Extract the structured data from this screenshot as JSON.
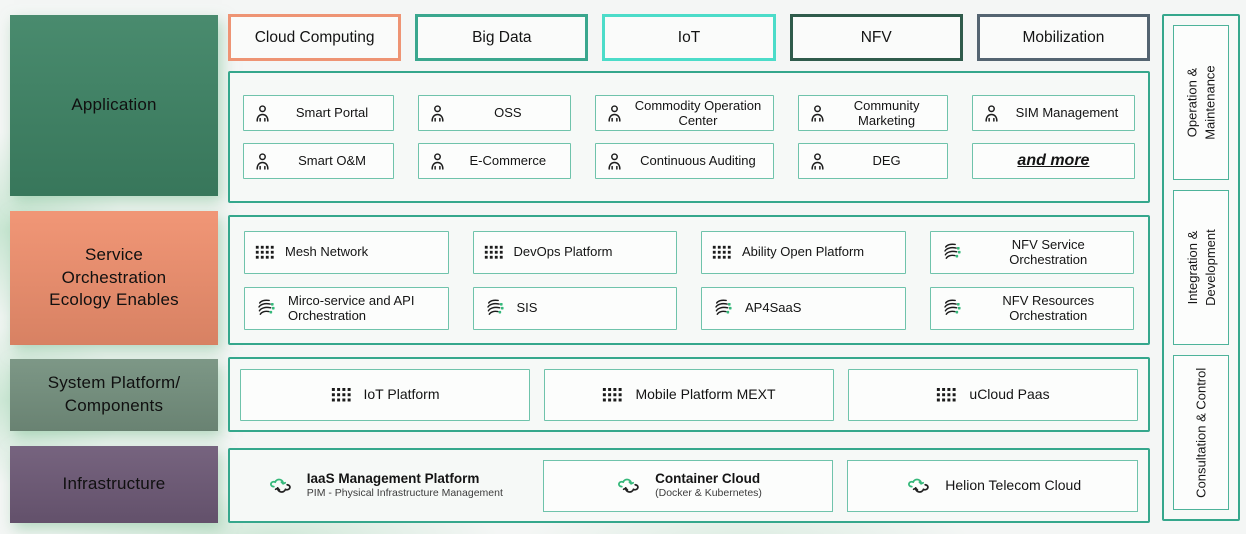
{
  "colors": {
    "page_background": "#f4f6f5",
    "container_border": "#35a78c",
    "item_border": "#6fc3ab",
    "icon_accent_green": "#35b87a"
  },
  "tabs": [
    {
      "label": "Cloud Computing",
      "border_color": "#ee9474"
    },
    {
      "label": "Big Data",
      "border_color": "#3aa78e"
    },
    {
      "label": "IoT",
      "border_color": "#4cdcc9"
    },
    {
      "label": "NFV",
      "border_color": "#2f5b4b"
    },
    {
      "label": "Mobilization",
      "border_color": "#546471"
    }
  ],
  "layers": {
    "application": {
      "label": "Application",
      "color": "#3e8465",
      "rows": [
        [
          {
            "icon": "person",
            "label": "Smart Portal"
          },
          {
            "icon": "person",
            "label": "OSS"
          },
          {
            "icon": "person",
            "label": "Commodity Operation Center"
          },
          {
            "icon": "person",
            "label": "Community Marketing"
          },
          {
            "icon": "person",
            "label": "SIM Management"
          }
        ],
        [
          {
            "icon": "person",
            "label": "Smart O&M"
          },
          {
            "icon": "person",
            "label": "E-Commerce"
          },
          {
            "icon": "person",
            "label": "Continuous Auditing"
          },
          {
            "icon": "person",
            "label": "DEG"
          },
          {
            "icon": null,
            "label": "and more"
          }
        ]
      ]
    },
    "service": {
      "label_lines": [
        "Service",
        "Orchestration",
        "Ecology Enables"
      ],
      "color": "#f0906e",
      "rows": [
        [
          {
            "icon": "grid",
            "label": "Mesh Network"
          },
          {
            "icon": "grid",
            "label": "DevOps Platform"
          },
          {
            "icon": "grid",
            "label": "Ability Open Platform"
          },
          {
            "icon": "orchestration",
            "label": "NFV Service Orchestration"
          }
        ],
        [
          {
            "icon": "orchestration",
            "label": "Mirco-service and API Orchestration"
          },
          {
            "icon": "orchestration",
            "label": "SIS"
          },
          {
            "icon": "orchestration",
            "label": "AP4SaaS"
          },
          {
            "icon": "orchestration",
            "label": "NFV Resources Orchestration"
          }
        ]
      ]
    },
    "system": {
      "label_lines": [
        "System Platform/",
        "Components"
      ],
      "color": "#75917f",
      "items": [
        {
          "icon": "grid",
          "label": "IoT Platform"
        },
        {
          "icon": "grid",
          "label": "Mobile Platform MEXT"
        },
        {
          "icon": "grid",
          "label": "uCloud Paas"
        }
      ]
    },
    "infrastructure": {
      "label": "Infrastructure",
      "color": "#6e5a77",
      "items": [
        {
          "icon": "cloud-sync",
          "title": "IaaS Management Platform",
          "subtitle": "PIM - Physical Infrastructure Management",
          "boxed": false
        },
        {
          "icon": "cloud-sync",
          "title": "Container Cloud",
          "subtitle": "(Docker & Kubernetes)",
          "boxed": true
        },
        {
          "icon": "cloud-sync",
          "title": "Helion Telecom Cloud",
          "subtitle": "",
          "boxed": true
        }
      ]
    }
  },
  "sidebar": {
    "items": [
      {
        "lines": [
          "Operation &",
          "Maintenance"
        ]
      },
      {
        "lines": [
          "Integration &",
          "Development"
        ]
      },
      {
        "lines": [
          "Consultation & Control",
          ""
        ]
      }
    ]
  }
}
